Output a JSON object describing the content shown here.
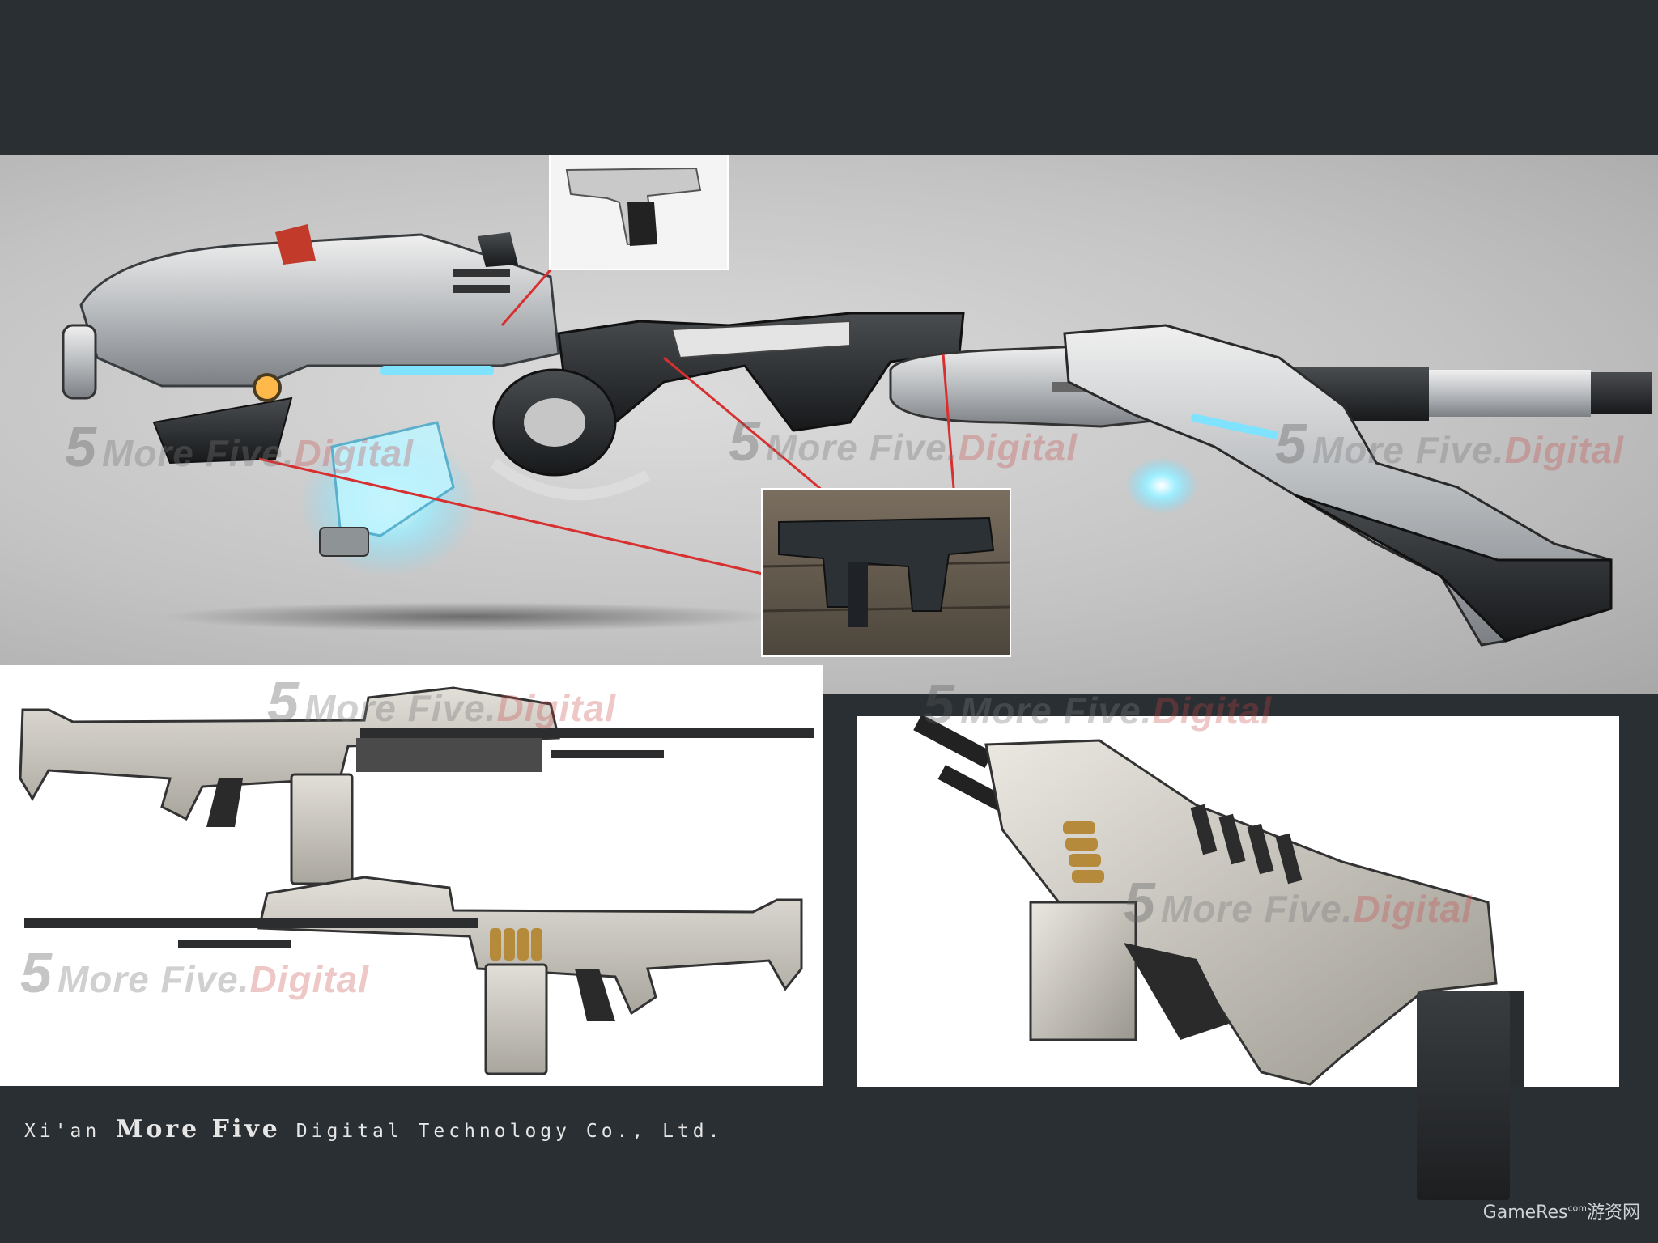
{
  "watermark": {
    "number": "5",
    "text_gray": "More Five.",
    "text_red": "Digital"
  },
  "footer": {
    "company_prefix": "Xi'an",
    "company_bold": "More Five",
    "company_suffix": "Digital Technology Co., Ltd."
  },
  "site_badge": {
    "name": "GameRes",
    "small": "com",
    "cn": "游资网"
  },
  "colors": {
    "background": "#2a2f33",
    "panel_gray": "#c8c8c8",
    "energy_glow": "#7fe3ff",
    "reference_line": "#d83030"
  }
}
